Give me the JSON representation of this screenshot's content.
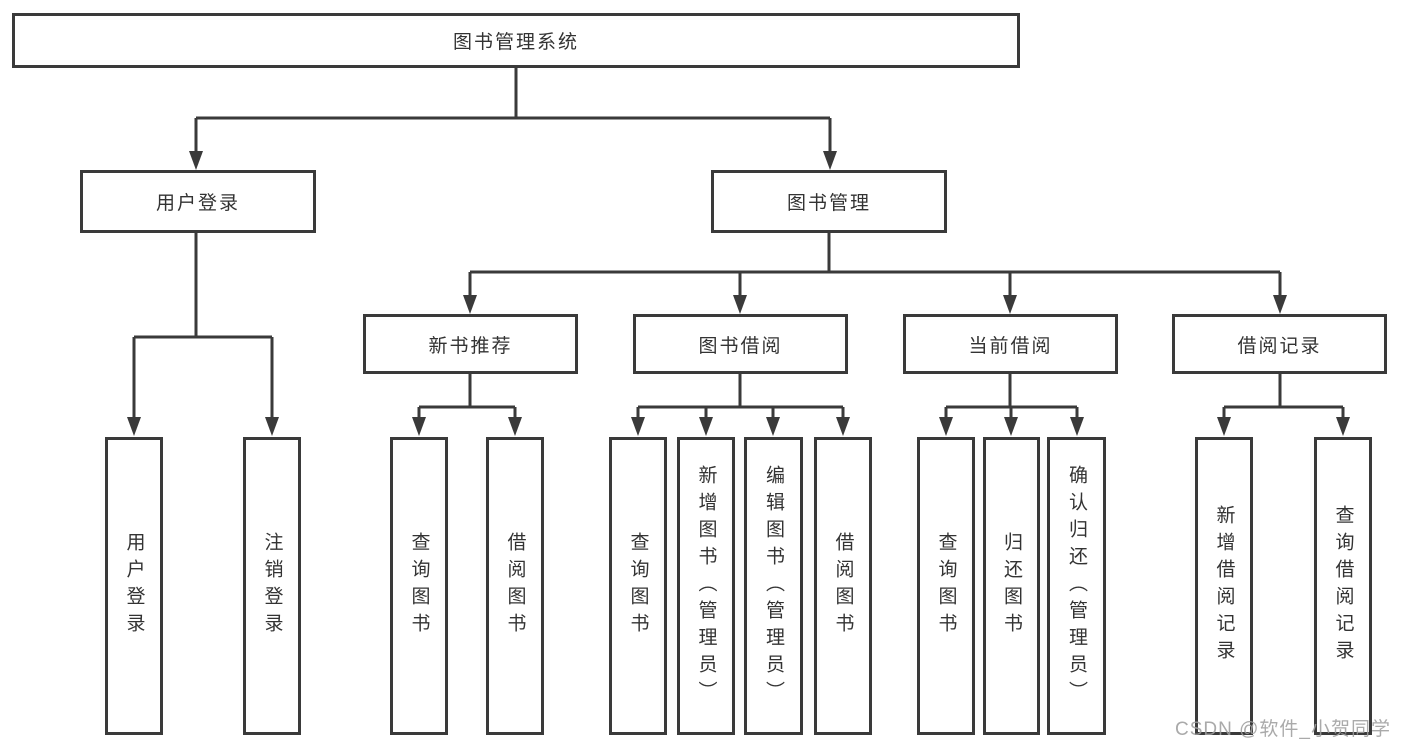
{
  "root": {
    "label": "图书管理系统"
  },
  "user": {
    "label": "用户登录",
    "children": [
      {
        "label": "用户登录"
      },
      {
        "label": "注销登录"
      }
    ]
  },
  "book": {
    "label": "图书管理",
    "sections": [
      {
        "label": "新书推荐",
        "children": [
          {
            "label": "查询图书"
          },
          {
            "label": "借阅图书"
          }
        ]
      },
      {
        "label": "图书借阅",
        "children": [
          {
            "label": "查询图书"
          },
          {
            "label": "新增图书（管理员）"
          },
          {
            "label": "编辑图书（管理员）"
          },
          {
            "label": "借阅图书"
          }
        ]
      },
      {
        "label": "当前借阅",
        "children": [
          {
            "label": "查询图书"
          },
          {
            "label": "归还图书"
          },
          {
            "label": "确认归还（管理员）"
          }
        ]
      },
      {
        "label": "借阅记录",
        "children": [
          {
            "label": "新增借阅记录"
          },
          {
            "label": "查询借阅记录"
          }
        ]
      }
    ]
  },
  "watermark": {
    "text": "CSDN @软件_小贺同学"
  },
  "colors": {
    "line": "#3a3a3a",
    "text": "#333333",
    "background": "#ffffff",
    "watermark": "#9e9e9e"
  }
}
